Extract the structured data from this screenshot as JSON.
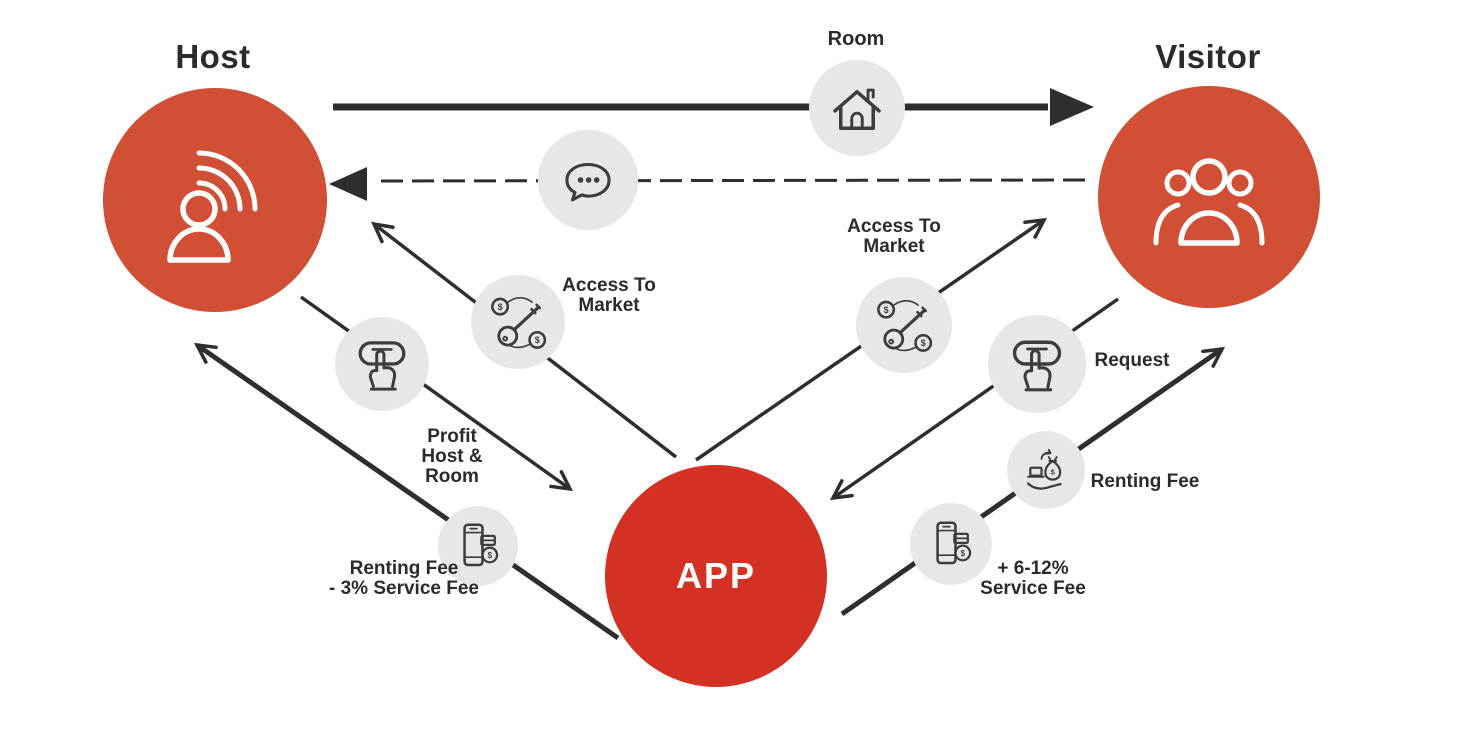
{
  "palette": {
    "node_red": "#d04f35",
    "app_red": "#d23124",
    "bubble_gray": "#e8e7e5",
    "line_color": "#2e2e2e",
    "icon_stroke": "#3d3d3d",
    "label_color": "#2b2b2b",
    "bg": "#ffffff"
  },
  "nodes": {
    "host": {
      "title": "Host",
      "icon": "person-broadcast-icon"
    },
    "visitor": {
      "title": "Visitor",
      "icon": "people-group-icon"
    },
    "app": {
      "label": "APP"
    }
  },
  "edges": {
    "room": {
      "label": "Room",
      "icon": "house-icon",
      "direction": "host-to-visitor"
    },
    "messages": {
      "icon": "chat-bubble-icon",
      "direction": "visitor-to-host"
    },
    "access_market_left": {
      "lines": [
        "Access To",
        "Market"
      ],
      "icon": "key-dollar-icon",
      "direction": "app-to-host"
    },
    "profit": {
      "lines": [
        "Profit",
        "Host &",
        "Room"
      ],
      "icon": "tap-button-icon",
      "direction": "host-to-app"
    },
    "renting_fee_left": {
      "lines": [
        "Renting Fee",
        "- 3% Service Fee"
      ],
      "icon": "phone-payment-icon",
      "direction": "app-to-host"
    },
    "access_market_right": {
      "lines": [
        "Access To",
        "Market"
      ],
      "icon": "key-dollar-icon",
      "direction": "app-to-visitor"
    },
    "request": {
      "label": "Request",
      "icon": "tap-button-icon",
      "direction": "visitor-to-app"
    },
    "renting_fee_right": {
      "label": "Renting Fee",
      "icon": "hand-money-bag-icon",
      "direction": "app-to-visitor"
    },
    "service_fee_right": {
      "lines": [
        "+ 6-12%",
        "Service Fee"
      ],
      "icon": "phone-payment-icon",
      "direction": "app-to-visitor"
    }
  }
}
